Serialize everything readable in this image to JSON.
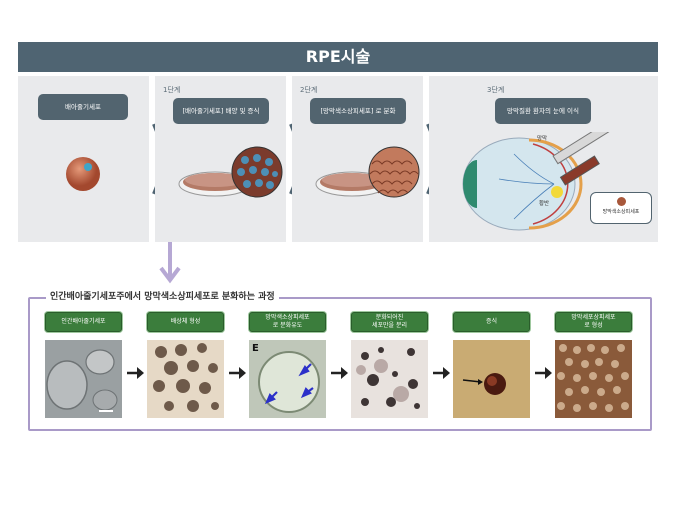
{
  "title": "RPE시술",
  "steps": [
    {
      "label": "",
      "pill": "배아줄기세포"
    },
    {
      "label": "1단계",
      "pill": "[배아줄기세포] 배양 및 증식"
    },
    {
      "label": "2단계",
      "pill": "[망막색소상피세포] 로 분화"
    },
    {
      "label": "3단계",
      "pill": "망막질환 환자의 눈에 이식"
    }
  ],
  "eye_labels": {
    "retina": "망막",
    "macula": "황반",
    "cell_box": "망막색소상피세포"
  },
  "process": {
    "title": "인간배아줄기세포주에서 망막색소상피세포로 분화하는 과정",
    "stages": [
      {
        "line1": "인간배아줄기세포",
        "line2": ""
      },
      {
        "line1": "배상체 형성",
        "line2": ""
      },
      {
        "line1": "망막색소상피세포",
        "line2": "로 분화유도"
      },
      {
        "line1": "분화되어진",
        "line2": "세포만을 분리"
      },
      {
        "line1": "증식",
        "line2": ""
      },
      {
        "line1": "망막세포상피세포",
        "line2": "로 형성"
      }
    ],
    "photo_letter": "E"
  },
  "colors": {
    "header": "#4f6472",
    "panel": "#e9eaec",
    "green": "#3b7d3c",
    "frame": "#a99ac8",
    "chevron": "#4f6472"
  },
  "icons": [
    "chevron-right-icon",
    "arrow-right-icon",
    "arrow-down-icon"
  ]
}
